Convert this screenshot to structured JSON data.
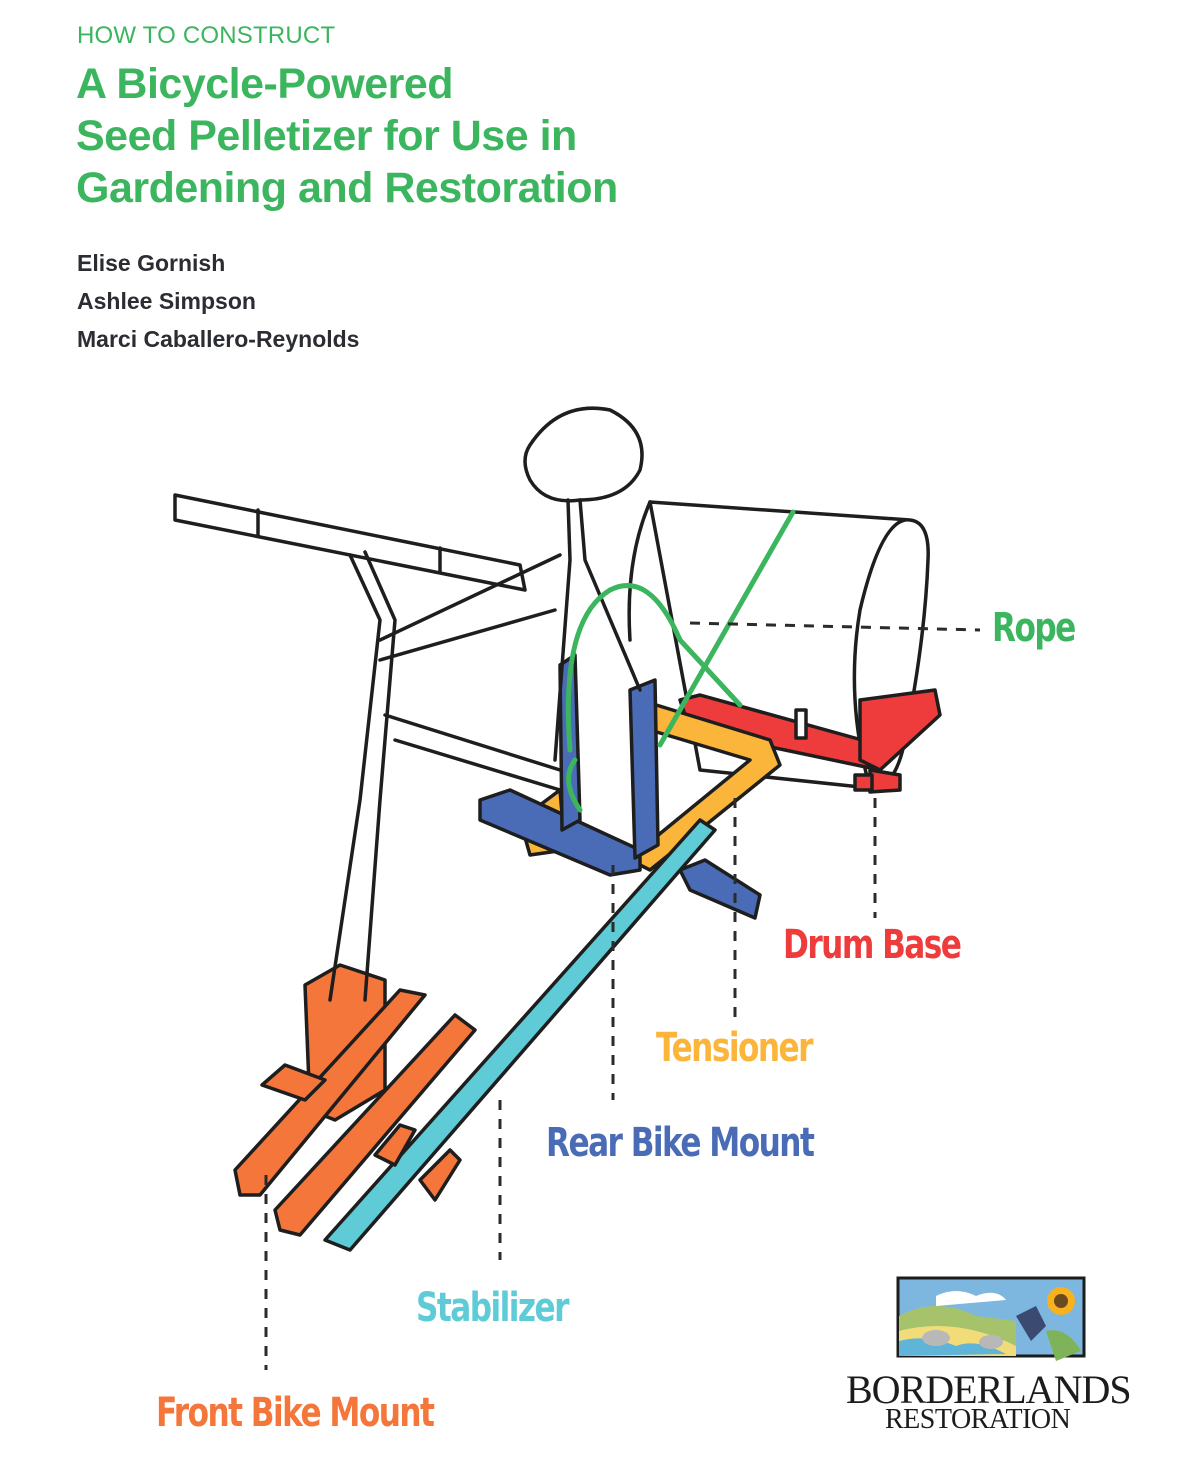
{
  "header": {
    "kicker": "HOW TO CONSTRUCT",
    "title_lines": [
      "A Bicycle-Powered",
      "Seed Pelletizer for Use in",
      "Gardening and Restoration"
    ]
  },
  "authors": [
    "Elise Gornish",
    "Ashlee Simpson",
    "Marci Caballero-Reynolds"
  ],
  "diagram": {
    "labels": {
      "rope": {
        "text": "Rope",
        "color": "#3cb55f"
      },
      "drum_base": {
        "text": "Drum Base",
        "color": "#ee3b3b"
      },
      "tensioner": {
        "text": "Tensioner",
        "color": "#fbb53a"
      },
      "rear_bike_mount": {
        "text": "Rear Bike Mount",
        "color": "#4a6bb5"
      },
      "stabilizer": {
        "text": "Stabilizer",
        "color": "#5ecbd6"
      },
      "front_bike_mount": {
        "text": "Front Bike Mount",
        "color": "#f5763a"
      }
    }
  },
  "logo": {
    "name_line1": "BORDERLANDS",
    "name_line2": "RESTORATION"
  }
}
